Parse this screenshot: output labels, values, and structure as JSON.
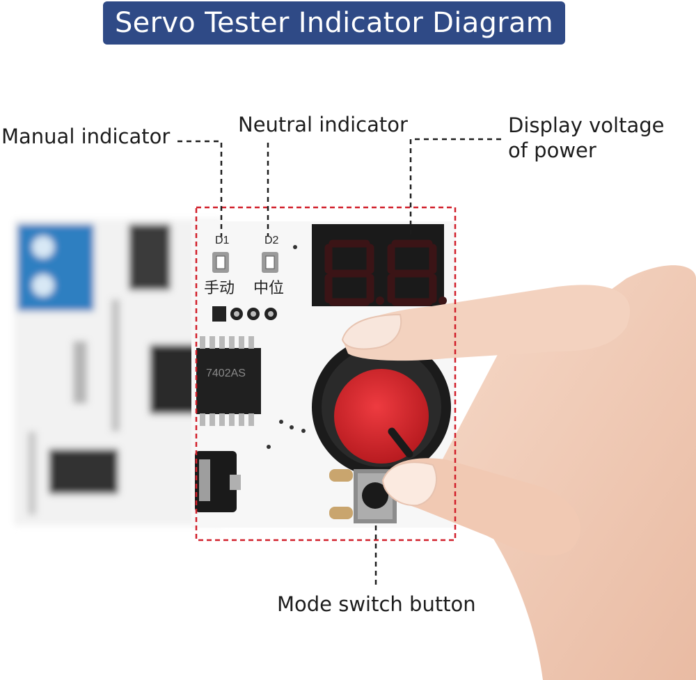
{
  "title": "Servo Tester Indicator Diagram",
  "callouts": {
    "manual": "Manual indicator",
    "neutral": "Neutral indicator",
    "voltage_line1": "Display voltage",
    "voltage_line2": "of power",
    "mode": "Mode switch button"
  },
  "board": {
    "led1_ref": "D1",
    "led2_ref": "D2",
    "led1_cn": "手动",
    "led2_cn": "中位",
    "display_digits": "8.8",
    "chip_text": "7402AS"
  },
  "colors": {
    "banner": "#2f4a86",
    "highlight_box": "#d11f2a",
    "knob": "#d6262b",
    "display_segments": "#3b1416",
    "terminal": "#2d7fc1"
  }
}
